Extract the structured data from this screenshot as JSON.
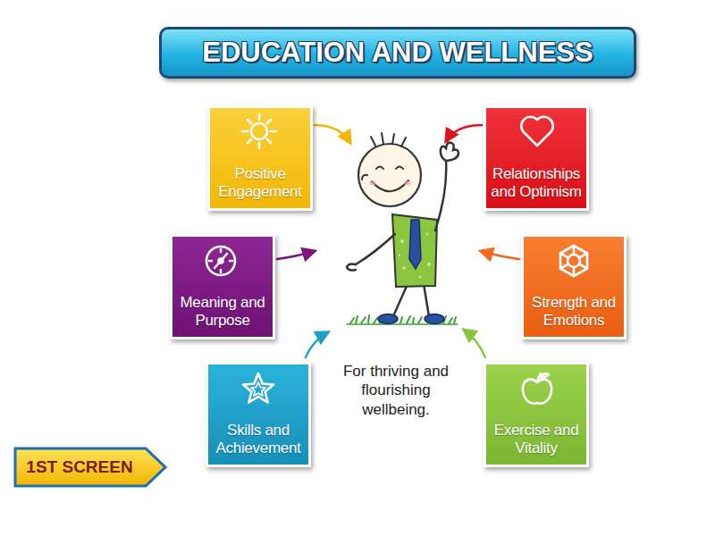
{
  "diagram": {
    "title": "EDUCATION AND WELLNESS",
    "caption": "For thriving and flourishing wellbeing.",
    "nodes": [
      {
        "text": [
          "Positive Engagement"
        ]
      },
      {
        "text": [
          "Relationships and Optimism"
        ]
      },
      {
        "text": [
          "Meaning and Purpose"
        ]
      },
      {
        "text": [
          "Strength and Emotions"
        ]
      },
      {
        "text": [
          "Skills and Achievement"
        ]
      },
      {
        "text": [
          "Exercise and Vitality"
        ]
      },
      {
        "text": [
          "1ST SCREEN"
        ]
      }
    ]
  }
}
